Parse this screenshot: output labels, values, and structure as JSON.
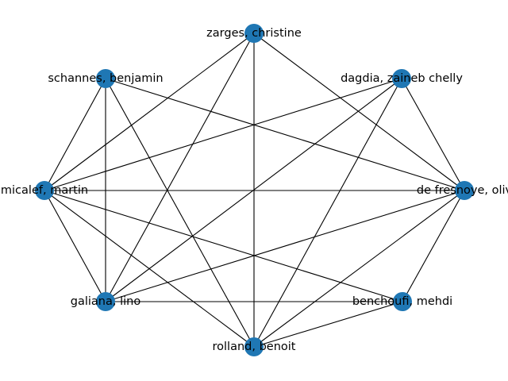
{
  "graph": {
    "node_color": "#1f77b4",
    "edge_color": "#000000",
    "nodes": [
      {
        "id": "zarges",
        "label": "zarges, christine"
      },
      {
        "id": "dagdia",
        "label": "dagdia, zaineb chelly"
      },
      {
        "id": "defresnoye",
        "label": "de fresnoye, oliv"
      },
      {
        "id": "benchoufi",
        "label": "benchoufi, mehdi"
      },
      {
        "id": "rolland",
        "label": "rolland, benoit"
      },
      {
        "id": "galiana",
        "label": "galiana, lino"
      },
      {
        "id": "micalef",
        "label": "micalef, martin"
      },
      {
        "id": "schannes",
        "label": "schannes, benjamin"
      }
    ],
    "edges": [
      [
        "zarges",
        "defresnoye"
      ],
      [
        "zarges",
        "rolland"
      ],
      [
        "zarges",
        "galiana"
      ],
      [
        "zarges",
        "micalef"
      ],
      [
        "dagdia",
        "defresnoye"
      ],
      [
        "dagdia",
        "rolland"
      ],
      [
        "dagdia",
        "galiana"
      ],
      [
        "dagdia",
        "micalef"
      ],
      [
        "defresnoye",
        "benchoufi"
      ],
      [
        "defresnoye",
        "rolland"
      ],
      [
        "defresnoye",
        "galiana"
      ],
      [
        "defresnoye",
        "micalef"
      ],
      [
        "defresnoye",
        "schannes"
      ],
      [
        "benchoufi",
        "rolland"
      ],
      [
        "benchoufi",
        "galiana"
      ],
      [
        "benchoufi",
        "micalef"
      ],
      [
        "rolland",
        "micalef"
      ],
      [
        "rolland",
        "schannes"
      ],
      [
        "galiana",
        "micalef"
      ],
      [
        "galiana",
        "schannes"
      ],
      [
        "micalef",
        "schannes"
      ]
    ]
  }
}
